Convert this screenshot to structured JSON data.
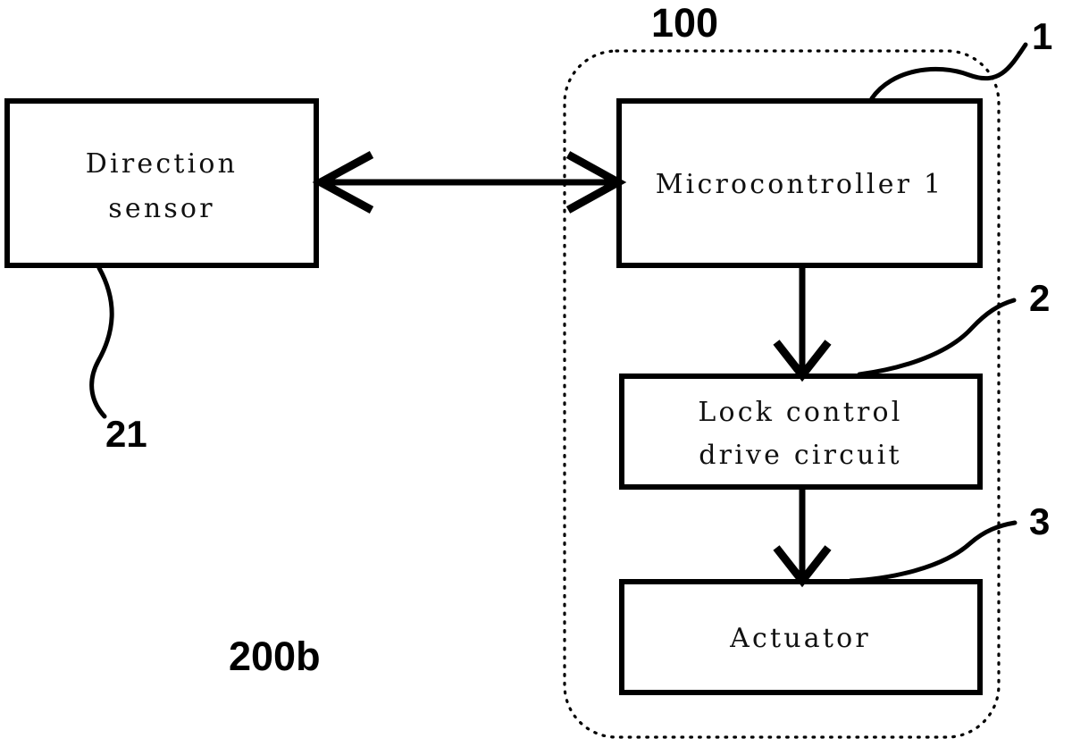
{
  "figure": {
    "type": "patent-block-diagram",
    "background_color": "#ffffff",
    "line_color": "#000000"
  },
  "blocks": {
    "direction_sensor": {
      "label_line1": "Direction",
      "label_line2": "sensor",
      "reference_number": "21"
    },
    "microcontroller": {
      "label": "Microcontroller 1",
      "reference_number": "1"
    },
    "lock_control": {
      "label_line1": "Lock control",
      "label_line2": "drive circuit",
      "reference_number": "2"
    },
    "actuator": {
      "label": "Actuator",
      "reference_number": "3"
    }
  },
  "groups": {
    "dotted_enclosure": {
      "reference_number": "100"
    },
    "system": {
      "reference_number": "200b"
    }
  },
  "connectors": {
    "sensor_to_microcontroller": {
      "direction": "bidirectional"
    },
    "microcontroller_to_lock_control": {
      "direction": "down"
    },
    "lock_control_to_actuator": {
      "direction": "down"
    }
  }
}
